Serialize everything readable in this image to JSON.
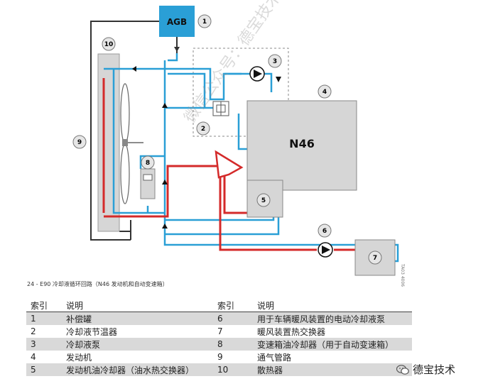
{
  "diagram": {
    "agb_label": "AGB",
    "engine_label": "N46",
    "callouts": [
      "1",
      "2",
      "3",
      "4",
      "5",
      "6",
      "7",
      "8",
      "9",
      "10"
    ]
  },
  "caption": "24 - E90  冷却液循环回路（N46  发动机和自动变速箱）",
  "side_code": "TA03 4006",
  "watermark": "微信公众号：德宝技术",
  "legend": {
    "headers": [
      "索引",
      "说明",
      "索引",
      "说明"
    ],
    "rows": [
      [
        "1",
        "补偿罐",
        "6",
        "用于车辆暖风装置的电动冷却液泵"
      ],
      [
        "2",
        "冷却液节温器",
        "7",
        "暖风装置热交换器"
      ],
      [
        "3",
        "冷却液泵",
        "8",
        "变速箱油冷却器（用于自动变速箱）"
      ],
      [
        "4",
        "发动机",
        "9",
        "通气管路"
      ],
      [
        "5",
        "发动机油冷却器（油水热交换器）",
        "10",
        "散热器"
      ]
    ]
  },
  "brand": "德宝技术",
  "colors": {
    "cold": "#2a9fd6",
    "hot": "#d42a2a",
    "vent": "#333333",
    "box": "#d6d6d6"
  }
}
